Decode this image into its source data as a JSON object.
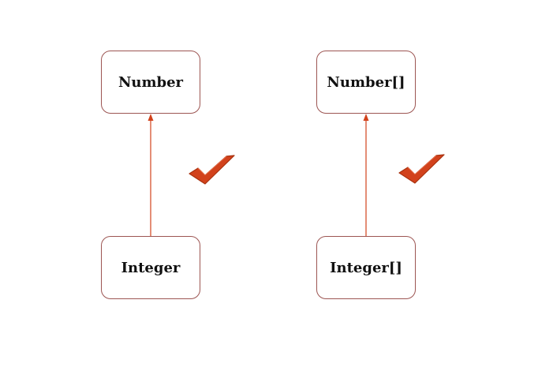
{
  "diagram": {
    "left": {
      "parent": "Number",
      "child": "Integer"
    },
    "right": {
      "parent": "Number[]",
      "child": "Integer[]"
    }
  },
  "colors": {
    "edge": "#d2421c",
    "node_border": "#9c5552",
    "check": "#d2421c"
  },
  "icons": [
    "checkmark-icon"
  ]
}
